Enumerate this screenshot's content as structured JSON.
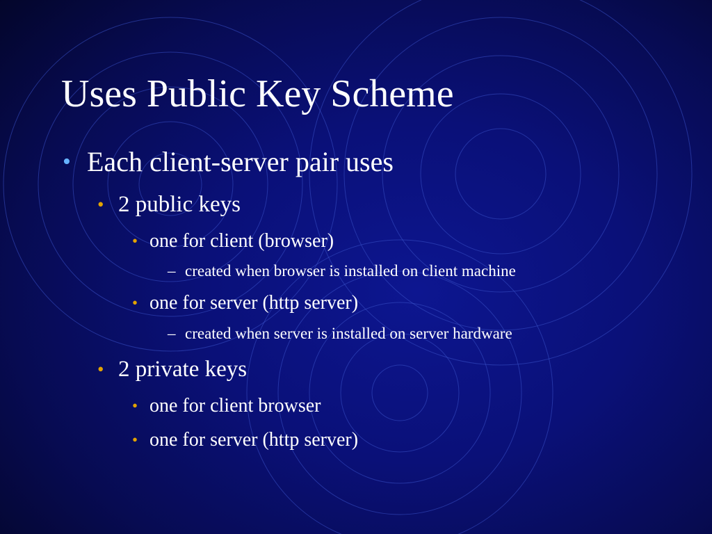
{
  "slide": {
    "title": "Uses Public Key Scheme",
    "bullets": [
      {
        "level": 1,
        "marker": "•",
        "text": "Each client-server pair uses"
      },
      {
        "level": 2,
        "marker": "•",
        "text": "2 public keys"
      },
      {
        "level": 3,
        "marker": "•",
        "text": "one for client (browser)"
      },
      {
        "level": 4,
        "marker": "–",
        "text": "created when browser is installed on client machine"
      },
      {
        "level": 3,
        "marker": "•",
        "text": "one for server (http server)"
      },
      {
        "level": 4,
        "marker": "–",
        "text": "created when server is installed on server hardware"
      },
      {
        "level": 2,
        "marker": "•",
        "text": "2 private keys"
      },
      {
        "level": 3,
        "marker": "•",
        "text": "one for client browser"
      },
      {
        "level": 3,
        "marker": "•",
        "text": "one for server (http server)"
      }
    ]
  },
  "colors": {
    "background": "#0a1078",
    "text": "#ffffff",
    "level1_marker": "#66b3ff",
    "sub_marker": "#e2a300",
    "ring_stroke": "#3a52c8"
  }
}
